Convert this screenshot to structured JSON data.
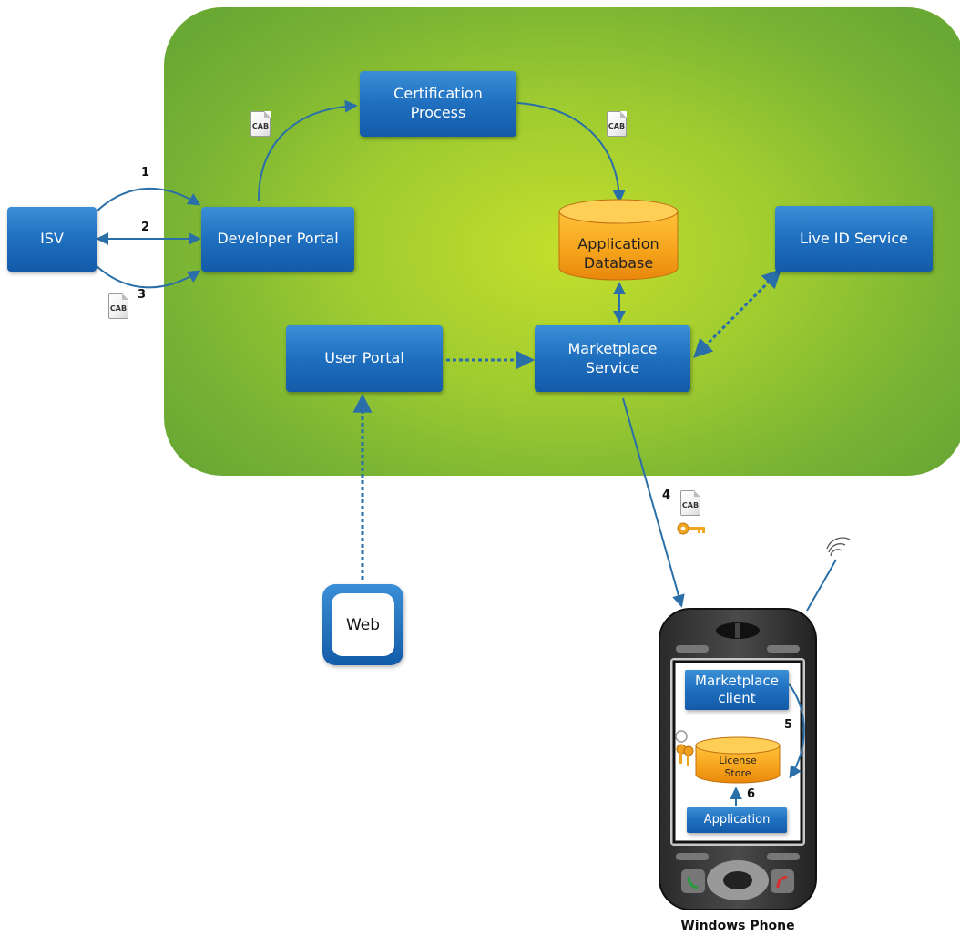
{
  "nodes": {
    "isv": "ISV",
    "developer_portal": "Developer Portal",
    "certification_process": "Certification\nProcess",
    "application_database": "Application\nDatabase",
    "live_id_service": "Live ID Service",
    "user_portal": "User Portal",
    "marketplace_service": "Marketplace\nService",
    "web": "Web"
  },
  "steps": {
    "s1": "1",
    "s2": "2",
    "s3": "3",
    "s4": "4",
    "s5": "5",
    "s6": "6"
  },
  "cab_label": "CAB",
  "phone": {
    "marketplace_client": "Marketplace\nclient",
    "license_store": "License\nStore",
    "application": "Application",
    "label": "Windows Phone"
  },
  "colors": {
    "box_blue": "#1f6fbf",
    "cloud_green": "#8cc232",
    "database_orange": "#f5a21a",
    "arrow": "#2a6fa8"
  }
}
